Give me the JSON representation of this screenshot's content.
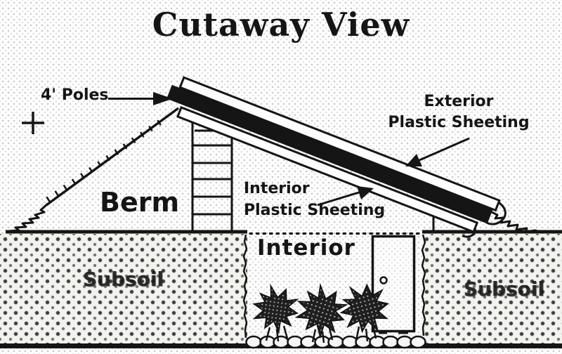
{
  "title": "Cutaway View",
  "labels": {
    "poles": "4' Poles",
    "exterior_line1": "Exterior",
    "exterior_line2": "Plastic Sheeting",
    "interior_sheet_line1": "Interior",
    "interior_sheet_line2": "Plastic Sheeting",
    "berm": "Berm",
    "interior_room": "Interior",
    "subsoil_left": "Subsoil",
    "subsoil_right": "Subsoil"
  },
  "icons": {
    "poles_arrow": "solid arrowhead pointing right at roof peak",
    "exterior_arrow": "solid arrowhead pointing down-left at exterior sheeting",
    "interior_arrow": "solid arrowhead pointing up-right at interior sheeting",
    "plus_mark": "+",
    "plants": "three spiky plants",
    "door": "door with round knob"
  },
  "colors": {
    "ink": "#151515",
    "paper": "#fefefe",
    "background_dot": "#6e6e6e",
    "subsoil_dot": "#3e3e3e",
    "plant_fill": "#1f1f1f"
  }
}
